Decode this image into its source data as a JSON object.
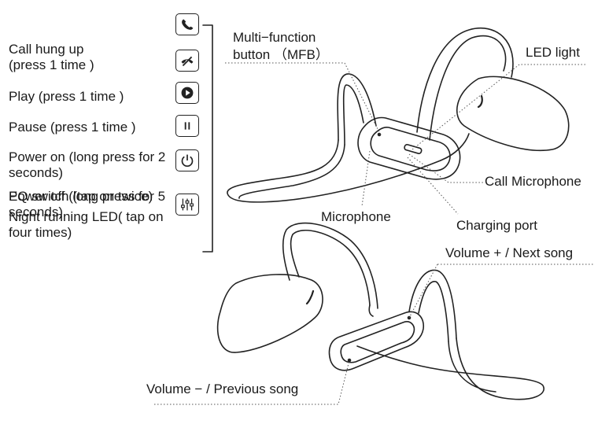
{
  "controls": [
    {
      "label": "Call hung up\n(press 1 time )",
      "icon": "hang-up-icon"
    },
    {
      "label": "Play (press 1 time )",
      "icon": "play-icon"
    },
    {
      "label": "Pause (press 1 time )",
      "icon": "pause-icon"
    },
    {
      "label": "Power on (long press for 2 seconds)",
      "icon": "power-icon"
    },
    {
      "label": "Power off (long press for 5 seconds)",
      "icon": ""
    },
    {
      "label": "EQ switch (tap on twice)",
      "icon": "equalizer-icon"
    },
    {
      "label": "Night running LED( tap on four times)",
      "icon": ""
    }
  ],
  "answer_icon": "phone-icon",
  "callouts": {
    "mfb": "Multi−function\nbutton （MFB）",
    "led": "LED light",
    "call_mic": "Call  Microphone",
    "mic": "Microphone",
    "charging": "Charging port",
    "vol_up": "Volume + / Next song",
    "vol_down": "Volume − / Previous song"
  }
}
